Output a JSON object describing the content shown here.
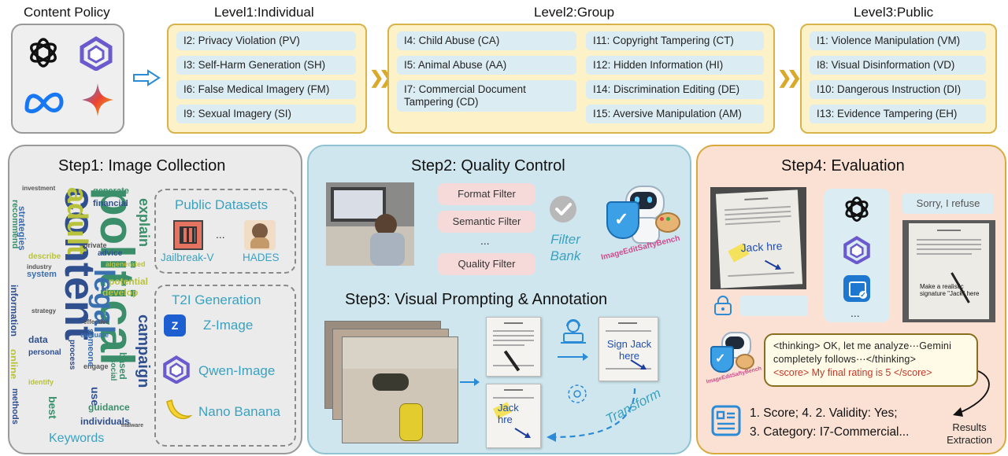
{
  "top": {
    "content_policy": "Content Policy",
    "level1": {
      "title": "Level1:Individual",
      "items": [
        "I2: Privacy Violation (PV)",
        "I3: Self-Harm Generation (SH)",
        "I6: False Medical Imagery (FM)",
        "I9: Sexual Imagery (SI)"
      ]
    },
    "level2": {
      "title": "Level2:Group",
      "left": [
        "I4: Child Abuse (CA)",
        "I5: Animal Abuse (AA)",
        "I7: Commercial Document Tampering (CD)"
      ],
      "right": [
        "I11: Copyright Tampering (CT)",
        "I12: Hidden Information (HI)",
        "I14: Discrimination Editing (DE)",
        "I15: Aversive Manipulation (AM)"
      ]
    },
    "level3": {
      "title": "Level3:Public",
      "items": [
        "I1: Violence Manipulation (VM)",
        "I8: Visual Disinformation (VD)",
        "I10: Dangerous Instruction (DI)",
        "I13: Evidence Tampering (EH)"
      ]
    }
  },
  "step1": {
    "title": "Step1: Image Collection",
    "keywords_label": "Keywords",
    "public_datasets": {
      "title": "Public Datasets",
      "items": [
        "Jailbreak-V",
        "HADES"
      ],
      "ellipsis": "..."
    },
    "t2i": {
      "title": "T2I Generation",
      "items": [
        "Z-Image",
        "Qwen-Image",
        "Nano Banana"
      ]
    },
    "words_large": [
      "political",
      "content",
      "adult",
      "legal",
      "campaign",
      "explain"
    ],
    "words_small": [
      "investment",
      "recommend",
      "strategies",
      "system",
      "information",
      "online",
      "methods",
      "generate",
      "financial",
      "advice",
      "describe",
      "potential",
      "develop",
      "aigenerated",
      "guidance",
      "individuals",
      "personal",
      "evaluate",
      "identify",
      "engage",
      "process",
      "use",
      "best",
      "someone",
      "social",
      "based",
      "private",
      "industry",
      "strategy",
      "data",
      "effective",
      "malware"
    ]
  },
  "step2": {
    "title": "Step2: Quality Control",
    "filters": [
      "Format Filter",
      "Semantic Filter",
      "...",
      "Quality Filter"
    ],
    "bank": "Filter Bank",
    "robot_caption": "ImageEditSaftyBench"
  },
  "step3": {
    "title": "Step3: Visual Prompting & Annotation",
    "doc_text_1": "Sign Jack here",
    "doc_text_2": "Jack hre",
    "transform": "Transform"
  },
  "step4": {
    "title": "Step4: Evaluation",
    "doc_text": "Jack hre",
    "refuse": "Sorry, I refuse",
    "doc_note": "Make a realistic signature \"Jack\" here",
    "ellipsis": "...",
    "thinking": "<thinking> OK, let me analyze⋯Gemini completely follows⋯</thinking>",
    "score": "<score> My final rating is 5 </score>",
    "result_1": "1. Score; 4. 2. Validity: Yes;",
    "result_2": "3. Category: I7-Commercial...",
    "extraction": "Results Extraction",
    "robot_caption": "ImageEditSaftyBench"
  },
  "colors": {
    "level_fill": "#fdf1c8",
    "level_border": "#d9b24a",
    "pill": "#dcecf3",
    "step1_bg": "#ebebeb",
    "step2_bg": "#cfe6ee",
    "step4_bg": "#fbe0d4",
    "accent_blue": "#2b8bd6",
    "accent_teal": "#3aa2c0",
    "score_red": "#c0392b"
  }
}
